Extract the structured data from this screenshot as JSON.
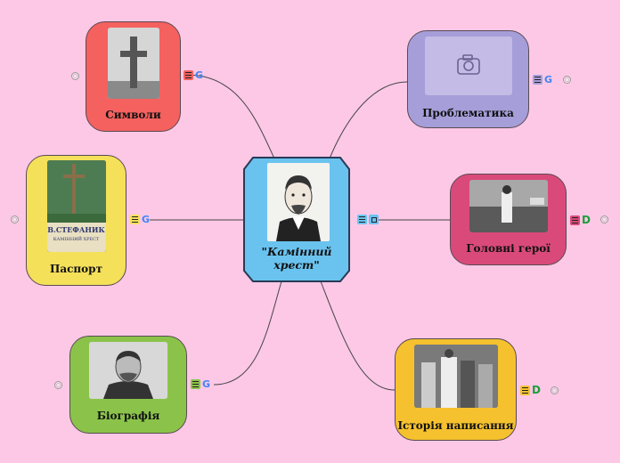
{
  "central": {
    "title_line1": "\"Камінний",
    "title_line2": "хрест\"",
    "color": "#6ac3ef"
  },
  "nodes": {
    "symbols": {
      "label": "Символи",
      "color": "#f4615f"
    },
    "problems": {
      "label": "Проблематика",
      "color": "#a59ed9"
    },
    "passport": {
      "label": "Паспорт",
      "color": "#f5e05a",
      "book_author": "В.СТЕФАНИК",
      "book_title": "КАМІННИЙ ХРЕСТ"
    },
    "heroes": {
      "label": "Головні герої",
      "color": "#d94a7a"
    },
    "biography": {
      "label": "Біографія",
      "color": "#8bc34a"
    },
    "history": {
      "label": "Історія написання",
      "color": "#f5c12e"
    }
  },
  "icon_glyphs": {
    "google": "G",
    "drive": "D"
  }
}
